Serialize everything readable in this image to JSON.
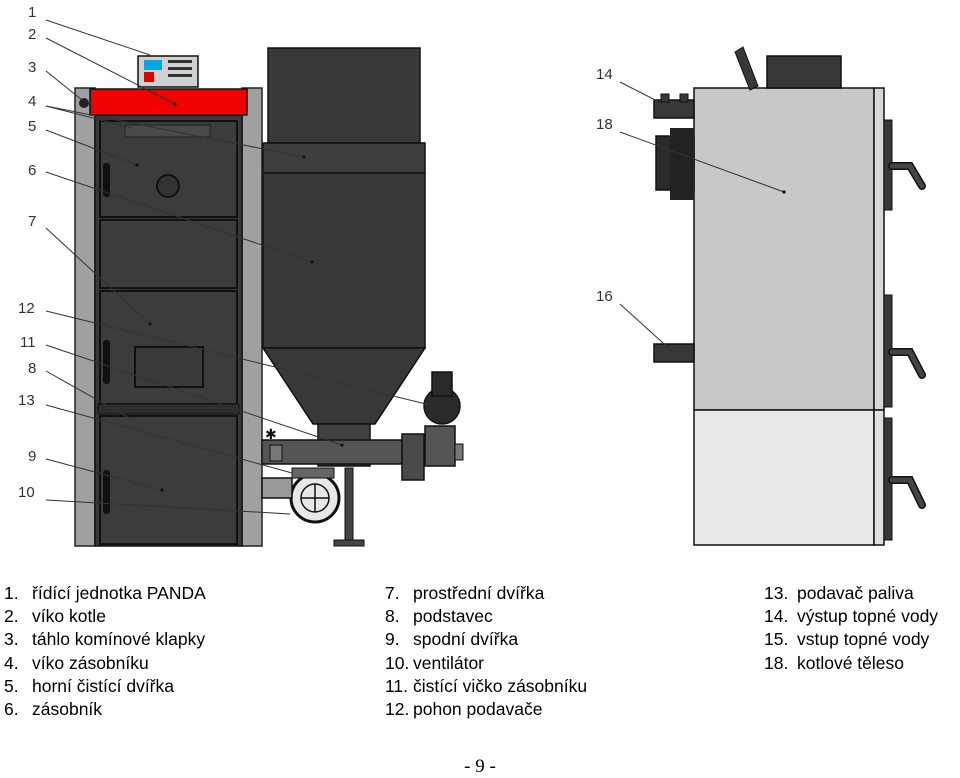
{
  "callouts_left": [
    "1",
    "2",
    "3",
    "4",
    "5",
    "6",
    "7",
    "12",
    "11",
    "8",
    "13",
    "9",
    "10"
  ],
  "callouts_right": [
    "14",
    "18",
    "16"
  ],
  "legend": {
    "col1": [
      {
        "num": "1.",
        "label": "řídící jednotka PANDA"
      },
      {
        "num": "2.",
        "label": "víko kotle"
      },
      {
        "num": "3.",
        "label": "táhlo komínové klapky"
      },
      {
        "num": "4.",
        "label": "víko zásobníku"
      },
      {
        "num": "5.",
        "label": "horní čistící dvířka"
      },
      {
        "num": "6.",
        "label": "zásobník"
      }
    ],
    "col2": [
      {
        "num": "7.",
        "label": "prostřední dvířka"
      },
      {
        "num": "8.",
        "label": "podstavec"
      },
      {
        "num": "9.",
        "label": "spodní dvířka"
      },
      {
        "num": "10.",
        "label": "ventilátor"
      },
      {
        "num": "11.",
        "label": "čistící vičko zásobníku"
      },
      {
        "num": "12.",
        "label": "pohon podavače"
      }
    ],
    "col3": [
      {
        "num": "13.",
        "label": "podavač paliva"
      },
      {
        "num": "14.",
        "label": "výstup topné vody"
      },
      {
        "num": "15.",
        "label": "vstup topné vody"
      },
      {
        "num": "18.",
        "label": "kotlové těleso"
      }
    ]
  },
  "page_number": "- 9 -",
  "colors": {
    "dark": "#383838",
    "red": "#f00000",
    "frame": "#999999",
    "body_light": "#c8c8c8",
    "body_lower": "#e6e6e6"
  }
}
